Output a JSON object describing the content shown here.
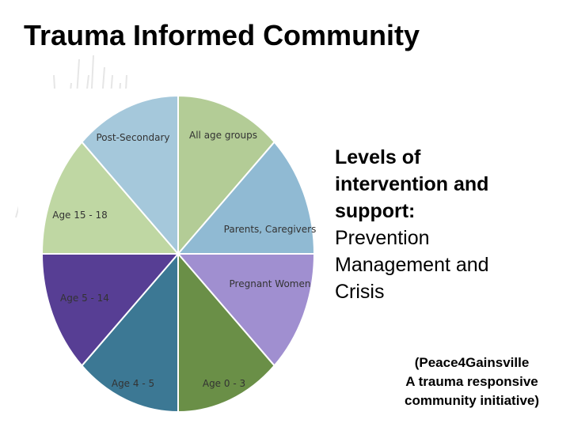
{
  "slide": {
    "title": "Trauma Informed Community",
    "levels_heading": [
      "Levels of",
      "intervention and",
      "support:"
    ],
    "levels": [
      "Prevention",
      "Management and",
      "Crisis"
    ],
    "citation": [
      "(Peace4Gainsville",
      "A trauma responsive",
      "community initiative)"
    ]
  },
  "wheel": {
    "segments": [
      {
        "label": "All age groups",
        "color": "#b3cc96"
      },
      {
        "label": "Parents, Caregivers",
        "color": "#90bad3"
      },
      {
        "label": "Pregnant Women",
        "color": "#a08fd0"
      },
      {
        "label": "Age 0 - 3",
        "color": "#6a8f47"
      },
      {
        "label": "Age 4 - 5",
        "color": "#3c7894"
      },
      {
        "label": "Age 5 - 14",
        "color": "#573e94"
      },
      {
        "label": "Age 15 - 18",
        "color": "#bfd7a3"
      },
      {
        "label": "Post-Secondary",
        "color": "#a5c8db"
      }
    ]
  }
}
